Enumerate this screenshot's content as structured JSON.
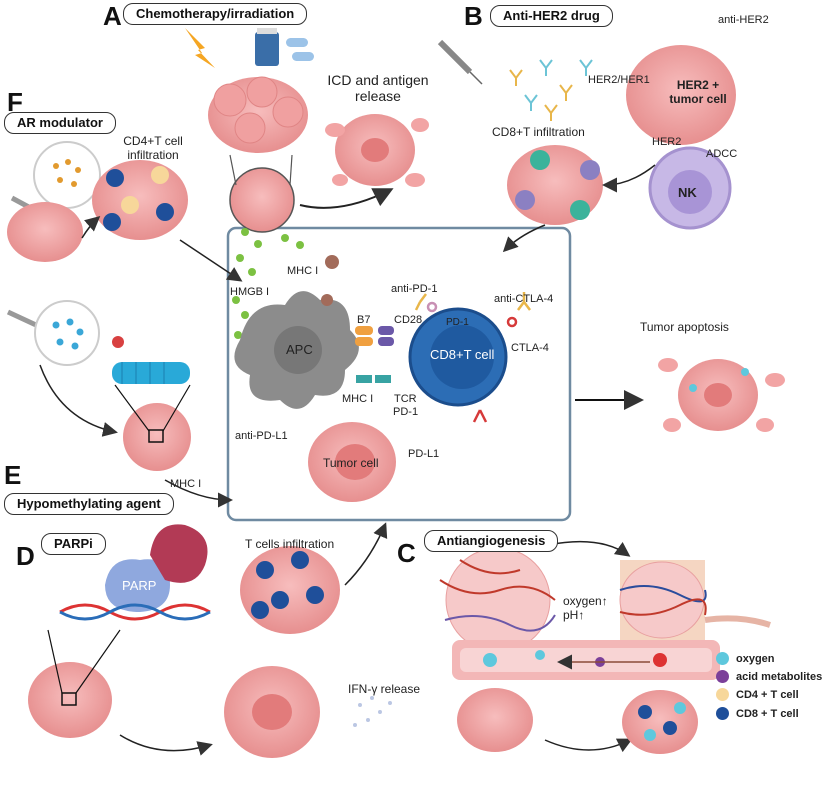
{
  "panels": {
    "A": {
      "letter": "A",
      "title": "Chemotherapy/irradiation",
      "icd": "ICD and antigen\nrelease"
    },
    "B": {
      "letter": "B",
      "title": "Anti-HER2 drug",
      "cd8": "CD8+T infiltration",
      "anti_her2": "anti-HER2",
      "her2_her1": "HER2/HER1",
      "tumor": "HER2 +\ntumor cell",
      "her2": "HER2",
      "adcc": "ADCC",
      "nk": "NK"
    },
    "C": {
      "letter": "C",
      "title": "Antiangiogenesis",
      "oxygen_ph": "oxygen↑\npH↑"
    },
    "D": {
      "letter": "D",
      "title": "PARPi",
      "parp": "PARP",
      "t_inf": "T cells infiltration",
      "ifn": "IFN-γ release"
    },
    "E": {
      "letter": "E",
      "title": "Hypomethylating agent",
      "mhc": "MHC I"
    },
    "F": {
      "letter": "F",
      "title": "AR modulator",
      "cd4": "CD4+T cell\ninfiltration"
    }
  },
  "center": {
    "hmgb": "HMGB I",
    "mhc_top": "MHC I",
    "anti_pd1": "anti-PD-1",
    "pd1_top": "PD-1",
    "anti_ctla4": "anti-CTLA-4",
    "b7": "B7",
    "cd28": "CD28",
    "ctla4": "CTLA-4",
    "apc": "APC",
    "cd8t": "CD8+T cell",
    "mhc_bottom": "MHC I",
    "tcr": "TCR",
    "pd1_mid": "PD-1",
    "pdl1": "PD-L1",
    "anti_pdl1": "anti-PD-L1",
    "tumor_cell": "Tumor cell"
  },
  "apoptosis": "Tumor apoptosis",
  "legend": [
    {
      "label": "oxygen",
      "color": "#5ec8dd"
    },
    {
      "label": "acid metabolites",
      "color": "#7b3f99"
    },
    {
      "label": "CD4 + T cell",
      "color": "#f7d79a"
    },
    {
      "label": "CD8 + T cell",
      "color": "#1f4f9a"
    }
  ],
  "colors": {
    "tumor": "#f2a4a4",
    "tumor_dark": "#e58b8b",
    "apc": "#8c8c8c",
    "cd8": "#2c6db5",
    "nk": "#c7b8e6",
    "frame": "#6f8aa1"
  }
}
